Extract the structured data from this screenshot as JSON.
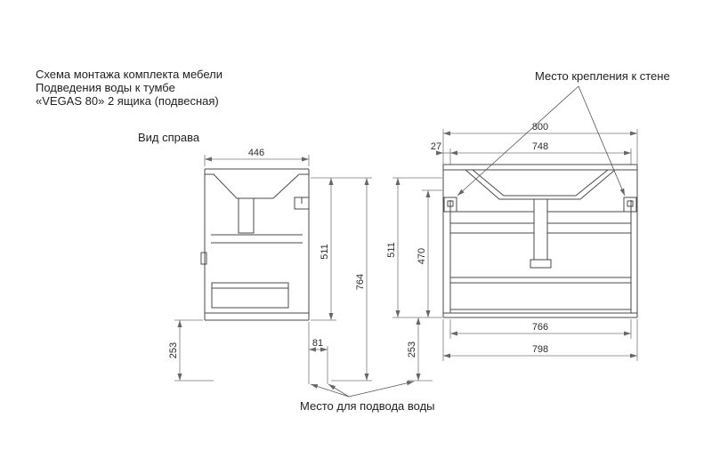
{
  "title": {
    "line1": "Схема монтажа комплекта мебели",
    "line2": "Подведения воды к тумбе",
    "line3": "«VEGAS 80» 2 ящика (подвесная)"
  },
  "labels": {
    "side_view": "Вид справа",
    "wall_mount": "Место крепления к стене",
    "water_supply": "Место для подвода воды"
  },
  "dimensions": {
    "side": {
      "width": "446",
      "body_height": "511",
      "total_height": "764",
      "floor_offset": "253",
      "water_back_offset": "81"
    },
    "front": {
      "total_width": "800",
      "edge_offset": "27",
      "basin_width": "748",
      "body_height": "511",
      "mount_height": "470",
      "floor_offset": "253",
      "inner_width": "766",
      "body_width": "798"
    }
  }
}
